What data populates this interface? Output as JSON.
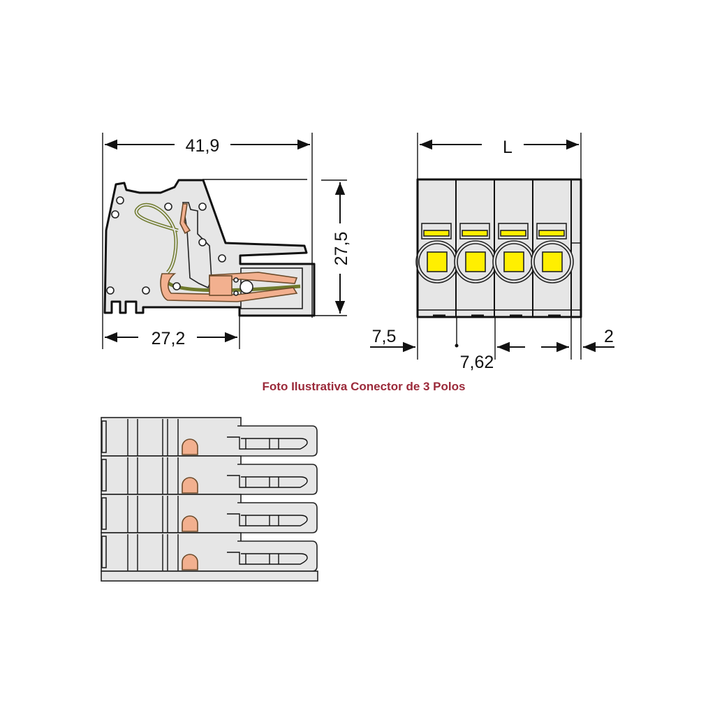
{
  "dimensions": {
    "overall_length": "41,9",
    "height": "27,5",
    "base_length": "27,2",
    "width_L": "L",
    "edge_offset": "7,5",
    "pitch": "7,62",
    "end_offset": "2"
  },
  "caption": "Foto Ilustrativa Conector de 3 Polos",
  "colors": {
    "caption": "#9b2a3a",
    "housing": "#e6e6e6",
    "release_button": "#ffef00",
    "contact": "#f2b08f"
  },
  "pole_count_drawn": 4
}
